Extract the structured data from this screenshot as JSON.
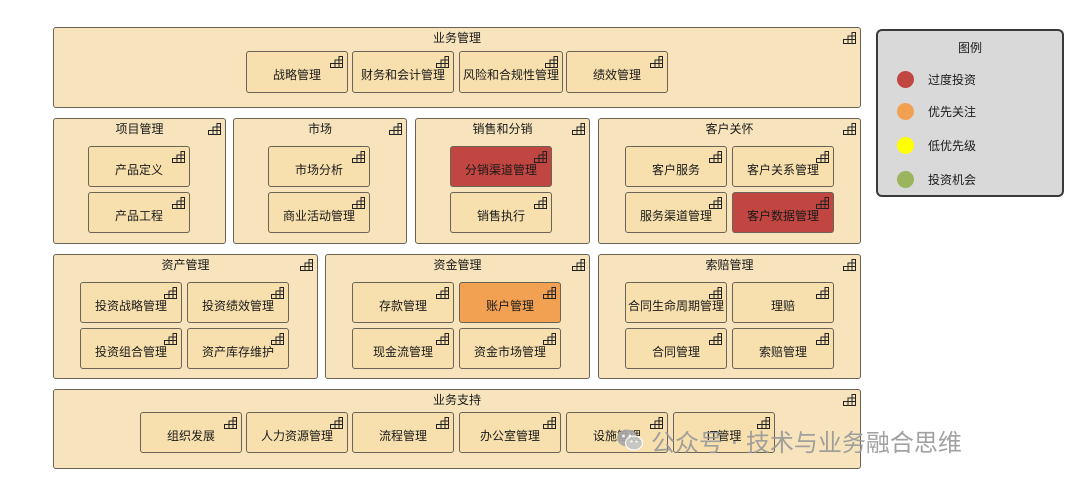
{
  "groups": {
    "business_mgmt": {
      "title": "业务管理",
      "items": [
        "战略管理",
        "财务和会计管理",
        "风险和合规性管理",
        "绩效管理"
      ]
    },
    "project_mgmt": {
      "title": "项目管理",
      "items": [
        "产品定义",
        "产品工程"
      ]
    },
    "market": {
      "title": "市场",
      "items": [
        "市场分析",
        "商业活动管理"
      ]
    },
    "sales": {
      "title": "销售和分销",
      "items": [
        "分销渠道管理",
        "销售执行"
      ]
    },
    "customer": {
      "title": "客户关怀",
      "items": [
        "客户服务",
        "客户关系管理",
        "服务渠道管理",
        "客户数据管理"
      ]
    },
    "asset_mgmt": {
      "title": "资产管理",
      "items": [
        "投资战略管理",
        "投资绩效管理",
        "投资组合管理",
        "资产库存维护"
      ]
    },
    "fund_mgmt": {
      "title": "资金管理",
      "items": [
        "存款管理",
        "账户管理",
        "现金流管理",
        "资金市场管理"
      ]
    },
    "claims_mgmt": {
      "title": "索赔管理",
      "items": [
        "合同生命周期管理",
        "理赔",
        "合同管理",
        "索赔管理"
      ]
    },
    "business_support": {
      "title": "业务支持",
      "items": [
        "组织发展",
        "人力资源管理",
        "流程管理",
        "办公室管理",
        "设施管理",
        "IT管理"
      ]
    }
  },
  "legend": {
    "title": "图例",
    "items": [
      {
        "label": "过度投资",
        "color": "#c14540"
      },
      {
        "label": "优先关注",
        "color": "#f2a153"
      },
      {
        "label": "低优先级",
        "color": "#ffff00"
      },
      {
        "label": "投资机会",
        "color": "#9bb45e"
      }
    ]
  },
  "colors": {
    "group_fill": "#f7e4bd",
    "capability_fill": "#f7e0ad",
    "over_investment": "#c14540",
    "priority_focus": "#f2a153"
  },
  "watermark": {
    "text": "公众号 · 技术与业务融合思维",
    "icon": "wechat-icon"
  }
}
